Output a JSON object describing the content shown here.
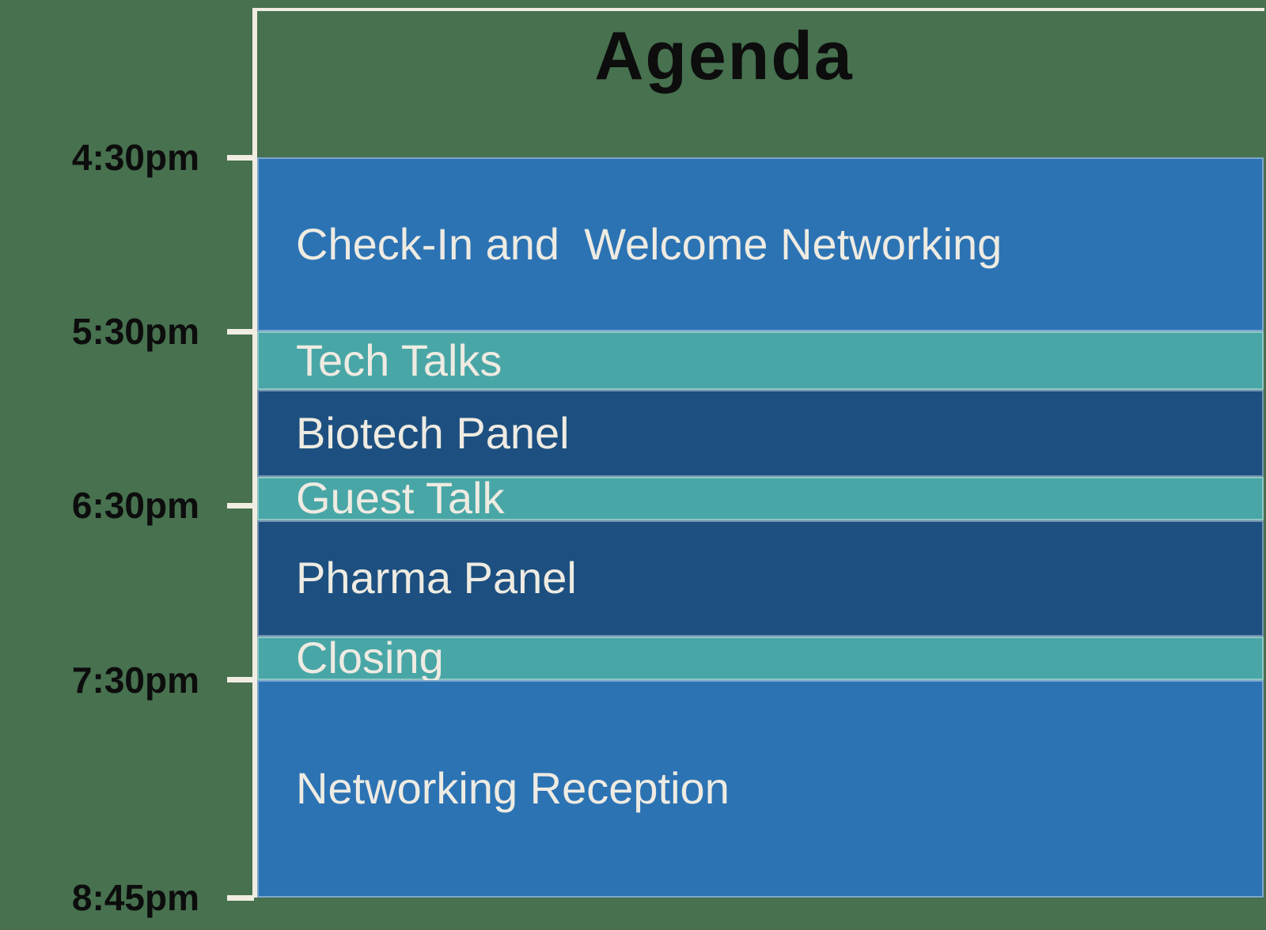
{
  "chart_data": {
    "type": "bar",
    "subtype": "vertical-timeline-agenda",
    "title": "Agenda",
    "axis": {
      "tick_labels": [
        "4:30pm",
        "5:30pm",
        "6:30pm",
        "7:30pm",
        "8:45pm"
      ],
      "range_start": "4:30pm",
      "range_end": "8:45pm",
      "grid": false,
      "legend": false
    },
    "events": [
      {
        "label": "Check-In and  Welcome Networking",
        "start": "4:30pm",
        "end": "5:30pm",
        "color_key": "blue"
      },
      {
        "label": "Tech Talks",
        "start": "5:30pm",
        "end": "5:50pm",
        "color_key": "teal"
      },
      {
        "label": "Biotech Panel",
        "start": "5:50pm",
        "end": "6:20pm",
        "color_key": "dark_blue"
      },
      {
        "label": "Guest Talk",
        "start": "6:20pm",
        "end": "6:35pm",
        "color_key": "teal"
      },
      {
        "label": "Pharma Panel",
        "start": "6:35pm",
        "end": "7:15pm",
        "color_key": "dark_blue"
      },
      {
        "label": "Closing",
        "start": "7:15pm",
        "end": "7:30pm",
        "color_key": "teal"
      },
      {
        "label": "Networking Reception",
        "start": "7:30pm",
        "end": "8:45pm",
        "color_key": "blue"
      }
    ],
    "colors": {
      "blue": "#2c73b4",
      "teal": "#49a6a6",
      "dark_blue": "#1d5080",
      "axis": "#f1ede2",
      "bar_text": "#eeebe2",
      "tick_text": "#0d0d0d",
      "title_text": "#0d0d0d",
      "background": "#47714f"
    }
  }
}
